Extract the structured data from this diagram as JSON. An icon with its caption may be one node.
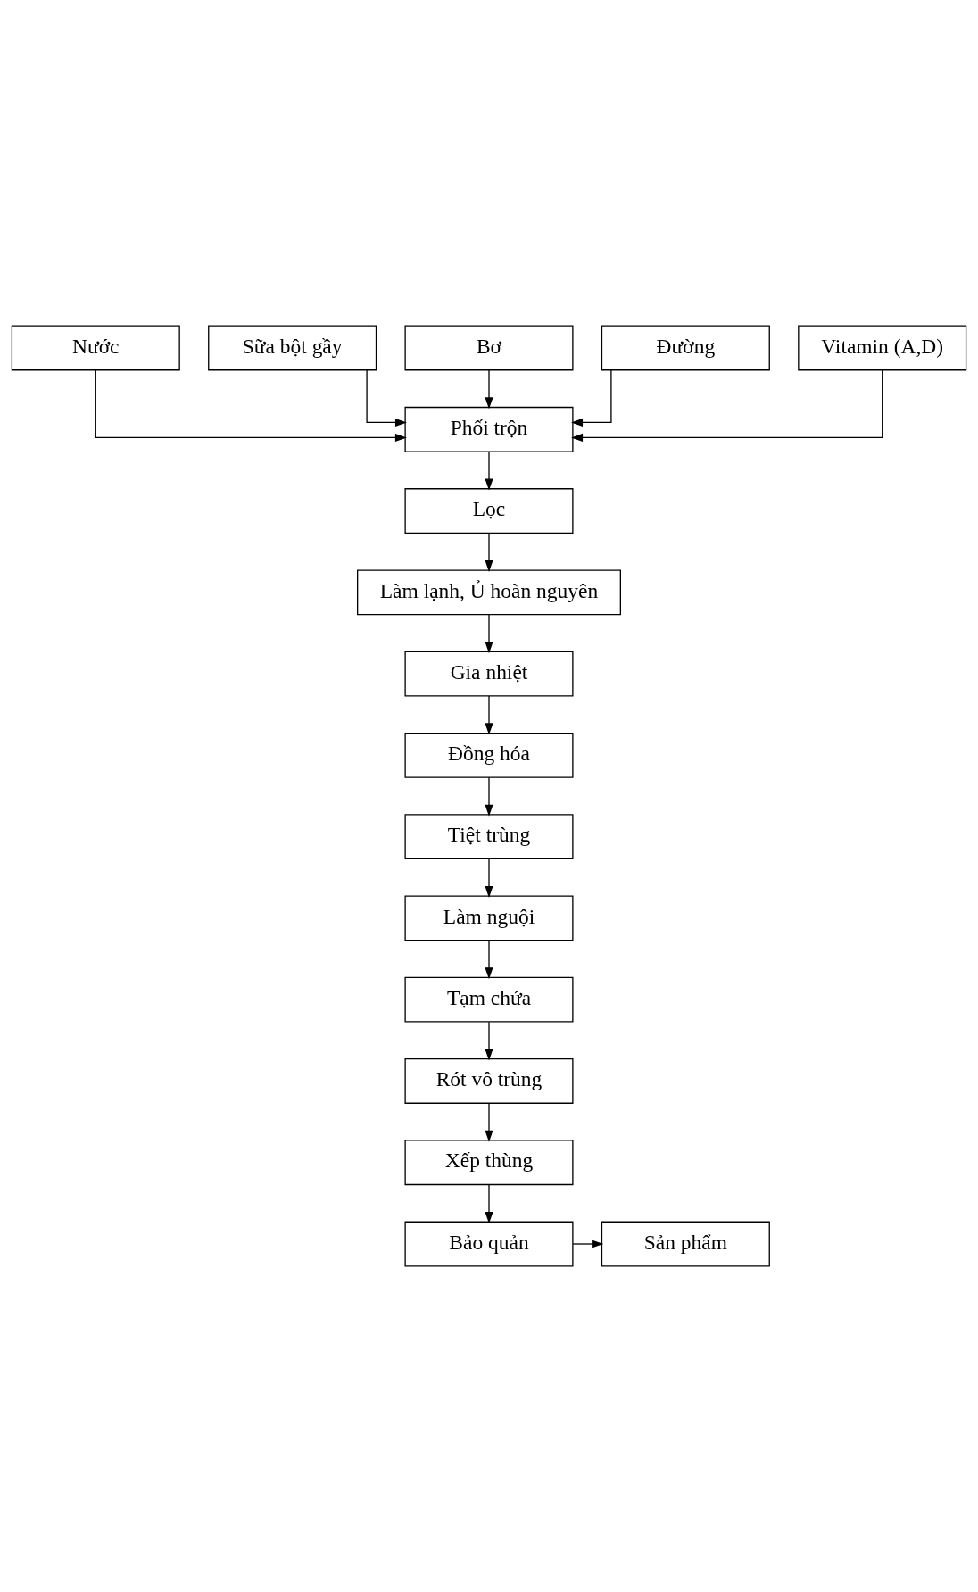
{
  "diagram": {
    "nodes": [
      {
        "text": [
          "Nước"
        ]
      },
      {
        "text": [
          "Sữa bột gầy"
        ]
      },
      {
        "text": [
          "Bơ"
        ]
      },
      {
        "text": [
          "Đường"
        ]
      },
      {
        "text": [
          "Vitamin (A,D)"
        ]
      },
      {
        "text": [
          "Phối trộn"
        ]
      },
      {
        "text": [
          "Lọc"
        ]
      },
      {
        "text": [
          "Làm lạnh, Ủ hoàn nguyên"
        ]
      },
      {
        "text": [
          "Gia nhiệt"
        ]
      },
      {
        "text": [
          "Đồng hóa"
        ]
      },
      {
        "text": [
          "Tiệt trùng"
        ]
      },
      {
        "text": [
          "Làm nguội"
        ]
      },
      {
        "text": [
          "Tạm chứa"
        ]
      },
      {
        "text": [
          "Rót vô trùng"
        ]
      },
      {
        "text": [
          "Xếp thùng"
        ]
      },
      {
        "text": [
          "Bảo quản"
        ]
      },
      {
        "text": [
          "Sản phẩm"
        ]
      }
    ],
    "edges": [
      {
        "from": 0,
        "to": 5,
        "arrow": "to"
      },
      {
        "from": 1,
        "to": 5,
        "arrow": "to"
      },
      {
        "from": 2,
        "to": 5,
        "arrow": "to"
      },
      {
        "from": 3,
        "to": 5,
        "arrow": "to"
      },
      {
        "from": 4,
        "to": 5,
        "arrow": "to"
      },
      {
        "from": 5,
        "to": 6,
        "arrow": "to"
      },
      {
        "from": 6,
        "to": 7,
        "arrow": "to"
      },
      {
        "from": 7,
        "to": 8,
        "arrow": "to"
      },
      {
        "from": 8,
        "to": 9,
        "arrow": "to"
      },
      {
        "from": 9,
        "to": 10,
        "arrow": "to"
      },
      {
        "from": 10,
        "to": 11,
        "arrow": "to"
      },
      {
        "from": 11,
        "to": 12,
        "arrow": "to"
      },
      {
        "from": 12,
        "to": 13,
        "arrow": "to"
      },
      {
        "from": 13,
        "to": 14,
        "arrow": "to"
      },
      {
        "from": 14,
        "to": 15,
        "arrow": "to"
      },
      {
        "from": 15,
        "to": 16,
        "arrow": "to"
      }
    ]
  }
}
